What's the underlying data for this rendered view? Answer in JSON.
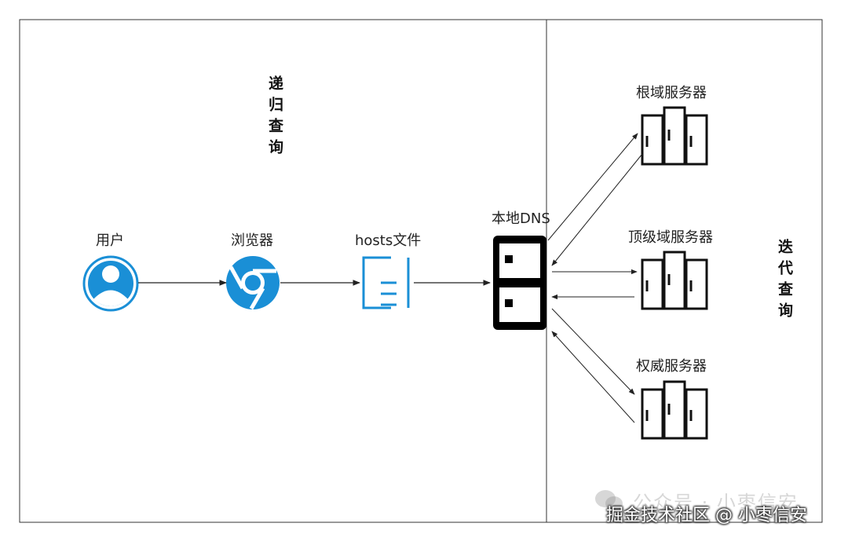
{
  "labels": {
    "recursive_query": "递归查询",
    "iterative_query": "迭代查询",
    "user": "用户",
    "browser": "浏览器",
    "hosts_file": "hosts文件",
    "local_dns": "本地DNS",
    "root_server": "根域服务器",
    "tld_server": "顶级域服务器",
    "authoritative_server": "权威服务器"
  },
  "watermark": {
    "wechat_text": "公众号 · 小枣信安",
    "site_text": "掘金技术社区 @ 小枣信安"
  },
  "colors": {
    "icon_blue": "#1a8fd6",
    "line": "#222222"
  },
  "icons": {
    "user": "user-avatar-icon",
    "browser": "chrome-browser-icon",
    "hosts": "document-icon",
    "dns": "dns-server-box-icon",
    "server": "server-rack-icon"
  }
}
